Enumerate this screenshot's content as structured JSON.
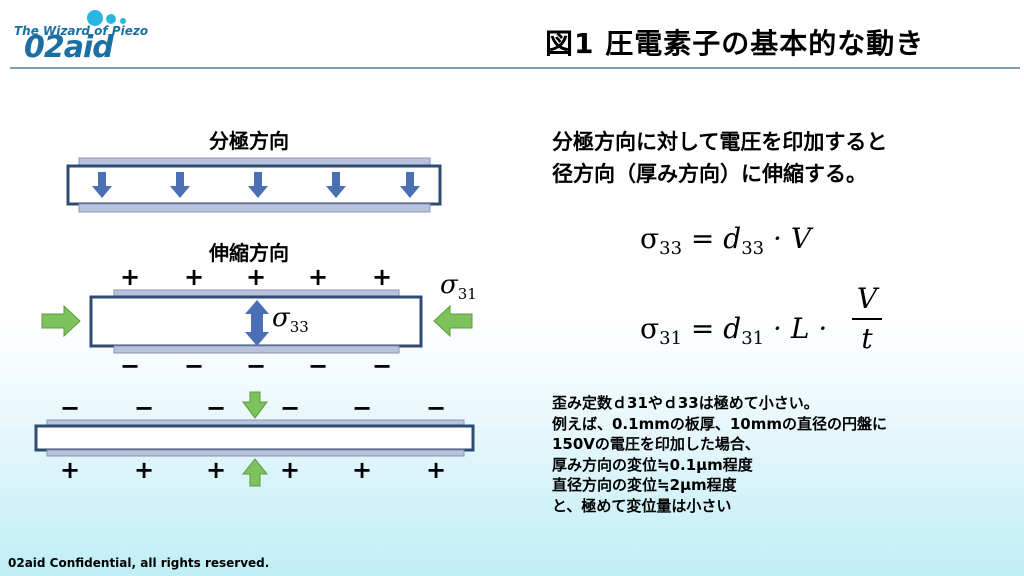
{
  "logo": {
    "tagline": "The Wizard of Piezo",
    "name": "02aid"
  },
  "header": {
    "title": "図1  圧電素子の基本的な動き"
  },
  "diagram": {
    "polarization_label": "分極方向",
    "expansion_label": "伸縮方向",
    "plus": "+",
    "minus": "−",
    "sigma31_symbol": "σ",
    "sigma31_sub": "31",
    "sigma33_symbol": "σ",
    "sigma33_sub": "33"
  },
  "description": {
    "line1": "分極方向に対して電圧を印加すると",
    "line2": "径方向（厚み方向）に伸縮する。"
  },
  "equations": {
    "eq1": {
      "lhs": "σ",
      "lhs_sub": "33",
      "eq": " = ",
      "d": "d",
      "d_sub": "33",
      "rest": " · V"
    },
    "eq2": {
      "lhs": "σ",
      "lhs_sub": "31",
      "eq": " = ",
      "d": "d",
      "d_sub": "31",
      "mid": " · L · ",
      "num": "V",
      "den": "t"
    }
  },
  "notes": {
    "lines": [
      "歪み定数ｄ31やｄ33は極めて小さい。",
      "例えば、0.1mmの板厚、10mmの直径の円盤に",
      "150Vの電圧を印加した場合、",
      "厚み方向の変位≒0.1μm程度",
      "直径方向の変位≒2μm程度",
      "と、極めて変位量は小さい"
    ]
  },
  "footer": {
    "text": "02aid Confidential, all rights reserved."
  },
  "colors": {
    "accent_blue": "#4a6fb5",
    "plate_border": "#2f4b73",
    "electrode": "#b9c2dc",
    "arrow_green": "#7dc35b",
    "logo_blue": "#1a6fa3"
  }
}
